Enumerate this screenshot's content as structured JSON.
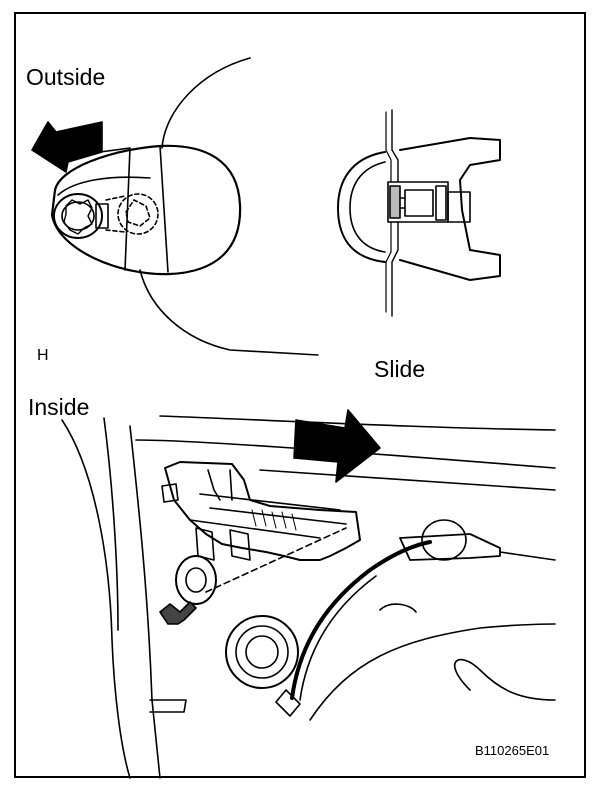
{
  "labels": {
    "outside": "Outside",
    "h_marker": "H",
    "slide": "Slide",
    "inside": "Inside",
    "figure_code": "B110265E01"
  },
  "colors": {
    "line": "#000000",
    "background": "#ffffff"
  },
  "icons": [
    "direction-arrow-icon",
    "screw-icon",
    "bolt-icon"
  ]
}
